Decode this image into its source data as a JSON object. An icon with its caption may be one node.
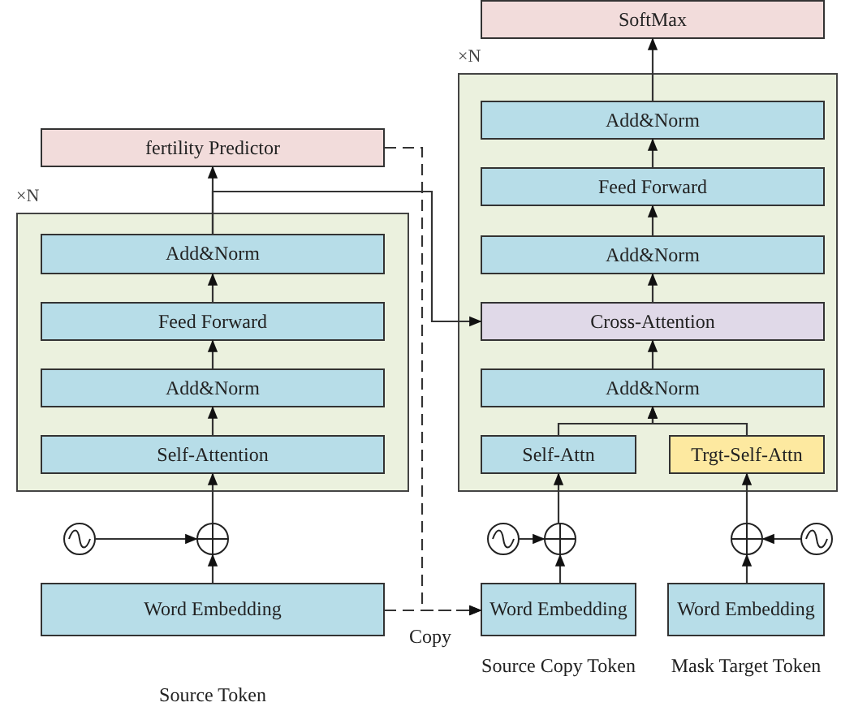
{
  "diagram": {
    "nodes": [
      {
        "text": [
          "SoftMax"
        ]
      },
      {
        "text": [
          "×N"
        ]
      },
      {
        "text": [
          "Add&Norm"
        ],
        "in": 1
      },
      {
        "text": [
          "Feed Forward"
        ],
        "in": 1
      },
      {
        "text": [
          "Add&Norm"
        ],
        "in": 1
      },
      {
        "text": [
          "Cross-Attention"
        ],
        "in": 1
      },
      {
        "text": [
          "Add&Norm"
        ],
        "in": 1
      },
      {
        "text": [
          "Self-Attn"
        ],
        "in": 1
      },
      {
        "text": [
          "Trgt-Self-Attn"
        ],
        "in": 1
      },
      {
        "text": [
          "fertility Predictor"
        ]
      },
      {
        "text": [
          "×N"
        ]
      },
      {
        "text": [
          "Add&Norm"
        ],
        "in": 10
      },
      {
        "text": [
          "Feed Forward"
        ],
        "in": 10
      },
      {
        "text": [
          "Add&Norm"
        ],
        "in": 10
      },
      {
        "text": [
          "Self-Attention"
        ],
        "in": 10
      },
      {
        "text": [],
        "shape": "circle"
      },
      {
        "text": [],
        "shape": "circle"
      },
      {
        "text": [],
        "shape": "circle"
      },
      {
        "text": [],
        "shape": "circle"
      },
      {
        "text": [],
        "shape": "circle"
      },
      {
        "text": [],
        "shape": "circle"
      },
      {
        "text": [
          "Word Embedding"
        ],
        "beside": [
          "Source Token"
        ]
      },
      {
        "text": [
          "Word Embedding"
        ],
        "beside": [
          "Source Copy Token"
        ]
      },
      {
        "text": [
          "Word Embedding"
        ],
        "beside": [
          "Mask Target Token"
        ]
      }
    ],
    "edges": [
      {
        "from": 2,
        "to": 0,
        "arrow": "to"
      },
      {
        "from": 3,
        "to": 2,
        "arrow": "to"
      },
      {
        "from": 4,
        "to": 3,
        "arrow": "to"
      },
      {
        "from": 5,
        "to": 4,
        "arrow": "to"
      },
      {
        "from": 6,
        "to": 5,
        "arrow": "to"
      },
      {
        "from": 7,
        "to": 6,
        "arrow": "to"
      },
      {
        "from": 8,
        "to": 6,
        "arrow": "to"
      },
      {
        "from": 11,
        "to": 9,
        "arrow": "to"
      },
      {
        "from": 11,
        "to": 5,
        "arrow": "to"
      },
      {
        "from": 12,
        "to": 11,
        "arrow": "to"
      },
      {
        "from": 13,
        "to": 12,
        "arrow": "to"
      },
      {
        "from": 14,
        "to": 13,
        "arrow": "to"
      },
      {
        "from": 16,
        "to": 14,
        "arrow": "to"
      },
      {
        "from": 15,
        "to": 16,
        "arrow": "to"
      },
      {
        "from": 21,
        "to": 16,
        "arrow": "to"
      },
      {
        "from": 18,
        "to": 7,
        "arrow": "to"
      },
      {
        "from": 17,
        "to": 18,
        "arrow": "to"
      },
      {
        "from": 22,
        "to": 18,
        "arrow": "to"
      },
      {
        "from": 19,
        "to": 8,
        "arrow": "to"
      },
      {
        "from": 20,
        "to": 19,
        "arrow": "to"
      },
      {
        "from": 23,
        "to": 19,
        "arrow": "to"
      },
      {
        "from": 9,
        "to": 22,
        "arrow": "to",
        "style": "dashed"
      },
      {
        "from": 21,
        "to": 22,
        "arrow": "to",
        "style": "dashed",
        "label": "Copy"
      }
    ]
  }
}
